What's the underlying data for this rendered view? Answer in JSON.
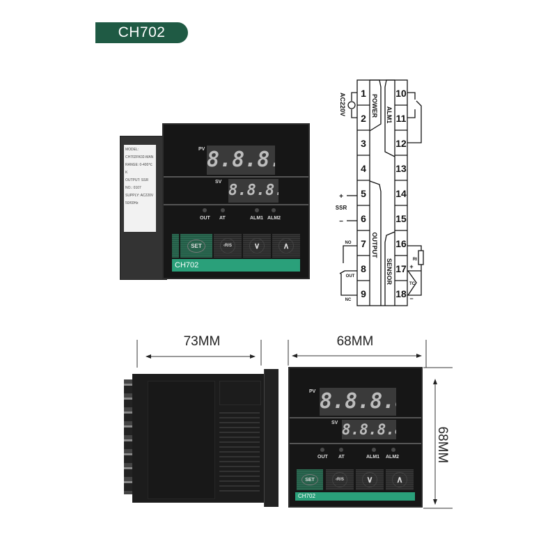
{
  "badge": {
    "title": "CH702",
    "color": "#1f5a44"
  },
  "controller": {
    "pv_label": "PV",
    "sv_label": "SV",
    "pv_digits": "8.8.8.8.",
    "sv_digits": "8.8.8.8.",
    "indicators": [
      "OUT",
      "AT",
      "ALM1",
      "ALM2"
    ],
    "buttons": {
      "set": "SET",
      "rs": "R/S",
      "down_icon": "chevron-down",
      "up_icon": "chevron-up"
    },
    "model_strip": "CH702",
    "strip_color": "#2aa07a",
    "side_label": [
      "MODEL: CH702FK02-MAN",
      "RANGE: 0-400℃  K",
      "OUTPUT: SSR",
      "NO.: 0107",
      "SUPPLY: AC220V 50/60Hz"
    ]
  },
  "wiring": {
    "left_terminals": [
      "1",
      "2",
      "3",
      "4",
      "5",
      "6",
      "7",
      "8",
      "9"
    ],
    "right_terminals": [
      "10",
      "11",
      "12",
      "13",
      "14",
      "15",
      "16",
      "17",
      "18"
    ],
    "groups": {
      "power": "POWER",
      "output": "OUTPUT",
      "alm1": "ALM1",
      "sensor": "SENSOR"
    },
    "labels": {
      "supply": "AC220V",
      "ssr": "SSR",
      "plus": "+",
      "minus": "−",
      "no": "NO",
      "out": "OUT",
      "nc": "NC",
      "rtd": "Rt",
      "tc": "TC"
    }
  },
  "dimensions": {
    "depth": "73MM",
    "width": "68MM",
    "height": "68MM"
  }
}
